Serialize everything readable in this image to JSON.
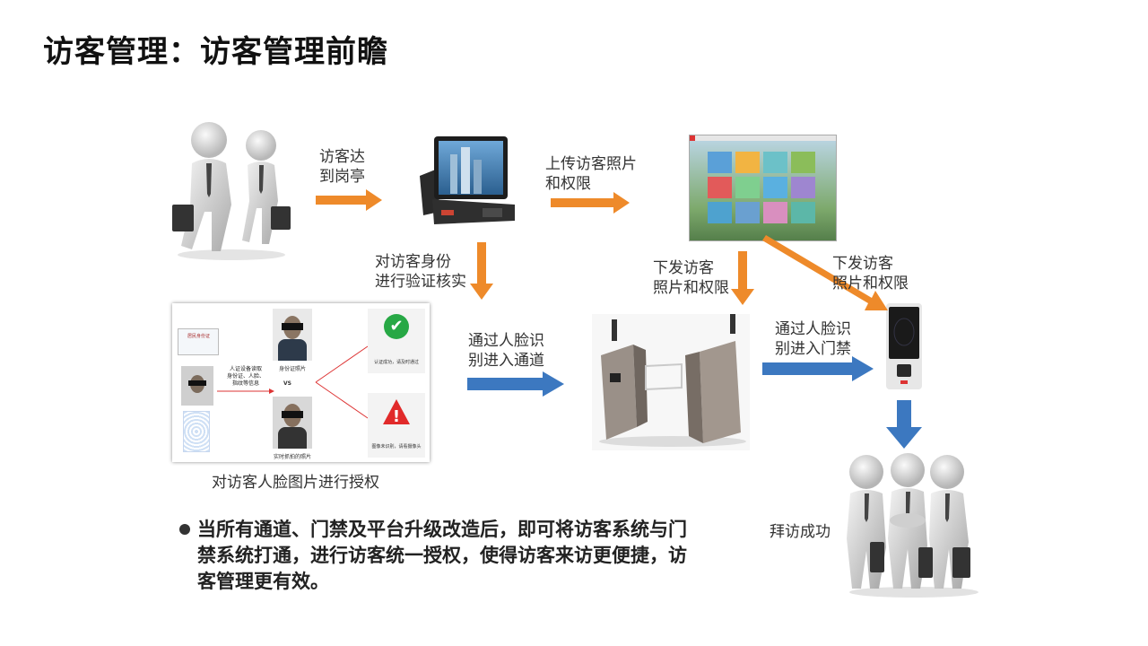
{
  "title": "访客管理：访客管理前瞻",
  "labels": {
    "arrive": "访客达\n到岗亭",
    "upload": "上传访客照片\n和权限",
    "verify": "对访客身份\n进行验证核实",
    "issue_gate": "下发访客\n照片和权限",
    "issue_door": "下发访客\n照片和权限",
    "face_channel": "通过人脸识\n别进入通道",
    "face_door": "通过人脸识\n别进入门禁",
    "authorize": "对访客人脸图片进行授权",
    "success": "拜访成功"
  },
  "verify_panel": {
    "reader_text": "人证设备读取\n身份证、人脸、\n指纹等信息",
    "id_photo": "身份证照片",
    "vs": "VS",
    "live_photo": "实时抓拍的照片",
    "pass_text": "认证成功，请及时通过",
    "fail_text": "图像未识别，请看摄像头",
    "card_text": "居民身份证"
  },
  "bullet": "当所有通道、门禁及平台升级改造后，即可将访客系统与门禁系统打通，进行访客统一授权，使得访客来访更便捷，访客管理更有效。",
  "colors": {
    "orange": "#ee8a2a",
    "blue": "#3c78c0",
    "green": "#27a845",
    "red": "#e12a2a"
  }
}
